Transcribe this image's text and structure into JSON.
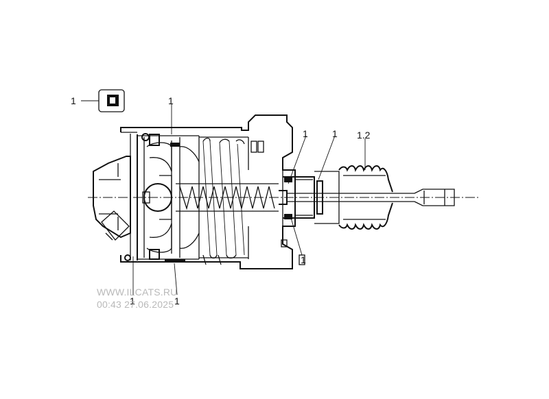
{
  "callouts": {
    "c1_top_left": "1",
    "c1_top": "1",
    "c1_mid_a": "1",
    "c1_mid_b": "1",
    "c12": "1.2",
    "c1_right_low": "1",
    "c1_bottom_a": "1",
    "c1_bottom_b": "1"
  },
  "watermark": {
    "site": "WWW.ILCATS.RU",
    "timestamp": "00:43 27.06.2025"
  }
}
